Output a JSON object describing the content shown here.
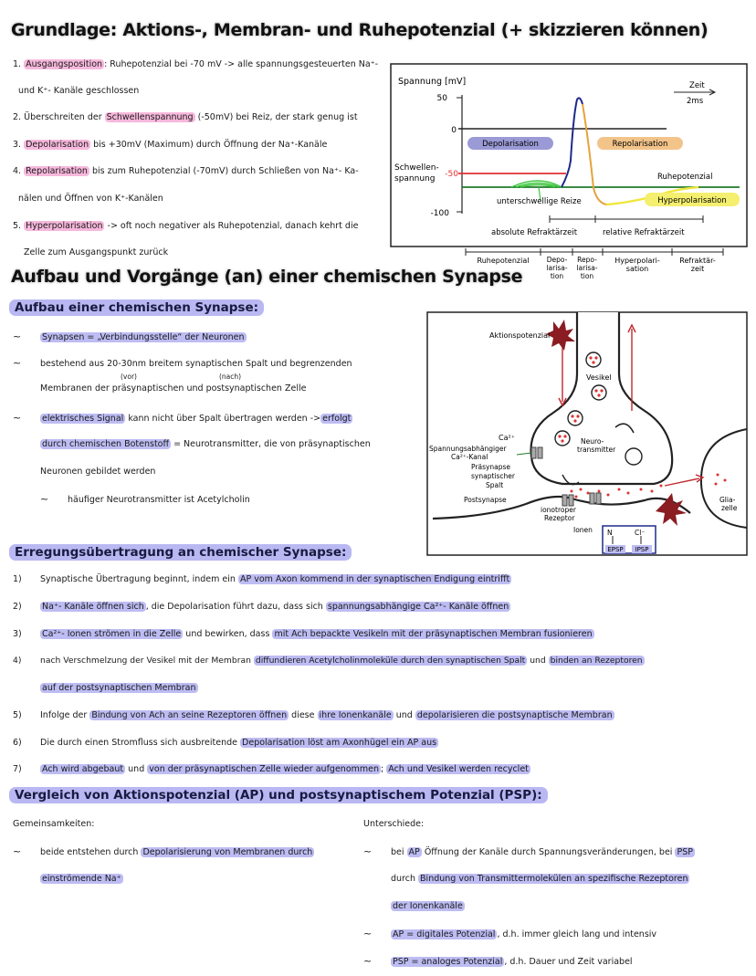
{
  "title1": "Grundlage: Aktions-, Membran- und Ruhepotenzial (+ skizzieren können)",
  "ap_steps": {
    "s1_num": "1.",
    "s1_hl": "Ausgangsposition",
    "s1_text": ": Ruhepotenzial bei -70 mV -> alle spannungsgesteuerten Na⁺-",
    "s1_cont": "und K⁺- Kanäle geschlossen",
    "s2_num": "2.",
    "s2_pre": "Überschreiten der",
    "s2_hl": "Schwellenspannung",
    "s2_post": "(-50mV) bei Reiz, der stark genug ist",
    "s3_num": "3.",
    "s3_hl": "Depolarisation",
    "s3_post": "bis +30mV (Maximum) durch Öffnung der Na⁺-Kanäle",
    "s4_num": "4.",
    "s4_hl": "Repolarisation",
    "s4_post": "bis zum Ruhepotenzial (-70mV) durch Schließen von Na⁺- Ka-",
    "s4_cont": "nälen und Öffnen von K⁺-Kanälen",
    "s5_num": "5.",
    "s5_hl": "Hyperpolarisation",
    "s5_post": "-> oft noch negativer als Ruhepotenzial, danach kehrt die",
    "s5_cont": "Zelle zum Ausgangspunkt zurück"
  },
  "ap_chart": {
    "y_label": "Spannung [mV]",
    "tick_50": "50",
    "tick_0": "0",
    "tick_m50": "-50",
    "tick_m100": "-100",
    "threshold_label1": "Schwellen-",
    "threshold_label2": "spannung",
    "time_label": "Zeit",
    "time_scale": "2ms",
    "depol_label": "Depolarisation",
    "repol_label": "Repolarisation",
    "rest_label": "Ruhepotenzial",
    "hyper_label": "Hyperpolarisation",
    "subthreshold_label": "unterschwellige Reize",
    "abs_refr": "absolute Refraktärzeit",
    "rel_refr": "relative Refraktärzeit",
    "phase1": "Ruhepotenzial",
    "phase2a": "Depo-",
    "phase2b": "larisa-",
    "phase2c": "tion",
    "phase3a": "Repo-",
    "phase3b": "larisa-",
    "phase3c": "tion",
    "phase4a": "Hyperpolari-",
    "phase4b": "sation",
    "phase5a": "Refraktär-",
    "phase5b": "zeit",
    "colors": {
      "depol": "#1f2a8a",
      "repol": "#e6a23c",
      "hyper": "#f0e63c",
      "threshold": "#e03030",
      "rest": "#1f7a2a",
      "sub": "#3cc43c"
    }
  },
  "title2": "Aufbau und Vorgänge (an) einer chemischen Synapse",
  "sec_aufbau": {
    "heading": "Aufbau einer chemischen Synapse:",
    "b1": "Synapsen = „Verbindungsstelle“ der Neuronen",
    "b2": "bestehend aus 20-30nm breitem synaptischen Spalt und begrenzenden",
    "b2_cont_pre": "Membranen der",
    "b2_prae": "präsynaptischen",
    "b2_und": "und",
    "b2_post": "postsynaptischen",
    "b2_zelle": "Zelle",
    "b2_vor": "(vor)",
    "b2_nach": "(nach)",
    "b3_hl": "elektrisches Signal",
    "b3_mid": "kann nicht über Spalt übertragen werden ->",
    "b3_hl2": "erfolgt",
    "b3_cont_hl": "durch chemischen Botenstoff",
    "b3_cont": "= Neurotransmitter, die von präsynaptischen",
    "b3_cont2": "Neuronen gebildet werden",
    "b4": "häufiger Neurotransmitter ist Acetylcholin"
  },
  "synapse": {
    "ap": "Aktionspotenzial",
    "vesikel": "Vesikel",
    "ca": "Ca²⁺",
    "ca_channel1": "Spannungsabhängiger",
    "ca_channel2": "Ca²⁺-Kanal",
    "praesynapse": "Präsynapse",
    "spalt1": "synaptischer",
    "spalt2": "Spalt",
    "postsynapse": "Postsynapse",
    "nt1": "Neuro-",
    "nt2": "transmitter",
    "iono1": "ionotroper",
    "iono2": "Rezeptor",
    "ionen": "Ionen",
    "glia1": "Glia-",
    "glia2": "zelle",
    "na": "N",
    "cl": "Cl⁻",
    "epsp": "EPSP",
    "ipsp": "IPSP"
  },
  "sec_erregung": {
    "heading": "Erregungsübertragung an chemischer Synapse:",
    "r1_num": "1)",
    "r1_pre": "Synaptische Übertragung beginnt, indem ein",
    "r1_hl": "AP vom Axon kommend in der synaptischen Endigung eintrifft",
    "r2_num": "2)",
    "r2_hl": "Na⁺- Kanäle öffnen sich",
    "r2_mid": ", die Depolarisation führt dazu, dass sich",
    "r2_hl2": "spannungsabhängige Ca²⁺- Kanäle öffnen",
    "r3_num": "3)",
    "r3_hl": "Ca²⁺- Ionen strömen in die Zelle",
    "r3_mid": "und bewirken, dass",
    "r3_hl2": "mit Ach bepackte Vesikeln mit der präsynaptischen Membran fusionieren",
    "r4_num": "4)",
    "r4_pre": "nach Verschmelzung der Vesikel mit der Membran",
    "r4_hl": "diffundieren Acetylcholinmoleküle durch den synaptischen Spalt",
    "r4_und": "und",
    "r4_hl2": "binden an Rezeptoren",
    "r4_cont_hl": "auf der postsynaptischen Membran",
    "r5_num": "5)",
    "r5_pre": "Infolge der",
    "r5_hl": "Bindung von Ach an seine Rezeptoren öffnen",
    "r5_mid": "diese",
    "r5_hl2": "ihre Ionenkanäle",
    "r5_und": "und",
    "r5_hl3": "depolarisieren die postsynaptische Membran",
    "r6_num": "6)",
    "r6_pre": "Die durch einen Stromfluss sich ausbreitende",
    "r6_hl": "Depolarisation löst am Axonhügel ein AP aus",
    "r7_num": "7)",
    "r7_hl": "Ach wird abgebaut",
    "r7_und": "und",
    "r7_hl2": "von der präsynaptischen Zelle wieder aufgenommen",
    "r7_sep": ";",
    "r7_hl3": "Ach und Vesikel werden recyclet"
  },
  "sec_vergleich": {
    "heading": "Vergleich von Aktionspotenzial (AP) und postsynaptischem Potenzial (PSP):",
    "gem": "Gemeinsamkeiten:",
    "unt": "Unterschiede:",
    "g1_pre": "beide entstehen durch",
    "g1_hl": "Depolarisierung von Membranen durch",
    "g1_cont_hl": "einströmende Na⁺",
    "u1_pre": "bei",
    "u1_hl": "AP",
    "u1_mid": "Öffnung der Kanäle durch Spannungsveränderungen, bei",
    "u1_hl2": "PSP",
    "u1_cont_pre": "durch",
    "u1_cont_hl": "Bindung von Transmittermolekülen an spezifische Rezeptoren",
    "u1_cont2_hl": "der Ionenkanäle",
    "u2_hl": "AP = digitales Potenzial",
    "u2_post": ", d.h. immer gleich lang und intensiv",
    "u3_hl": "PSP = analoges Potenzial",
    "u3_post": ", d.h. Dauer und Zeit variabel"
  },
  "tilde": "~"
}
